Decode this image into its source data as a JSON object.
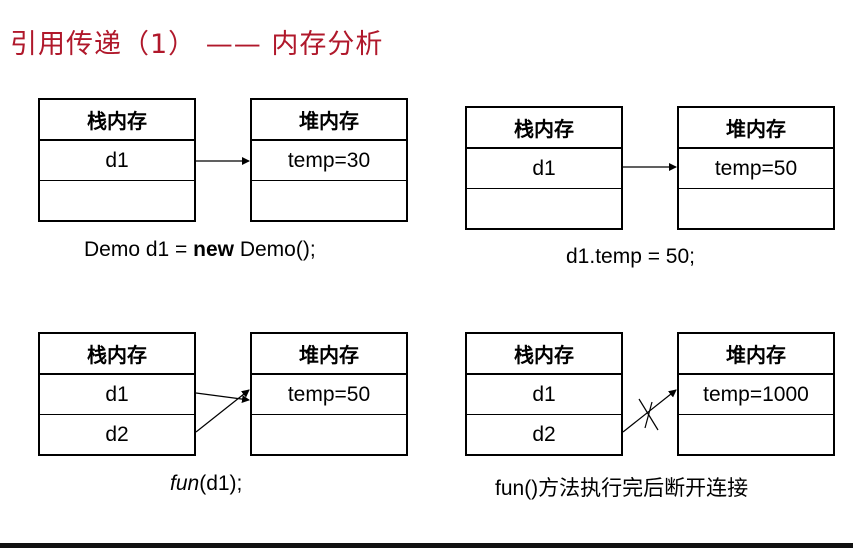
{
  "title": "引用传递（1） —— 内存分析",
  "labels": {
    "stack": "栈内存",
    "heap": "堆内存"
  },
  "panels": [
    {
      "stack_rows": [
        "d1",
        ""
      ],
      "heap_rows": [
        "temp=30",
        ""
      ],
      "caption": {
        "pre": "Demo d1 = ",
        "kw": "new",
        "post": " Demo();"
      }
    },
    {
      "stack_rows": [
        "d1",
        ""
      ],
      "heap_rows": [
        "temp=50",
        ""
      ],
      "caption": {
        "text": "d1.temp = 50;"
      }
    },
    {
      "stack_rows": [
        "d1",
        "d2"
      ],
      "heap_rows": [
        "temp=50",
        ""
      ],
      "caption": {
        "fn": "fun",
        "rest": "(d1);"
      }
    },
    {
      "stack_rows": [
        "d1",
        "d2"
      ],
      "heap_rows": [
        "temp=1000",
        ""
      ],
      "caption": {
        "text": "fun()方法执行完后断开连接"
      }
    }
  ]
}
